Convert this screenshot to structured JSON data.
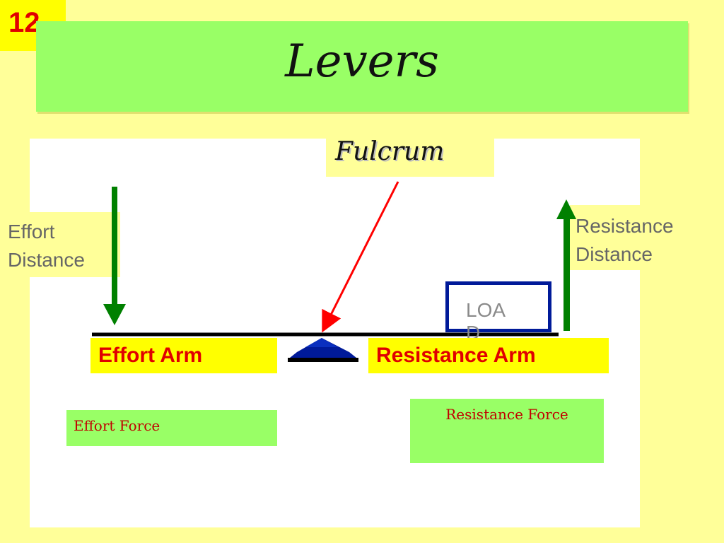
{
  "slide": {
    "number": "12",
    "title": "Levers"
  },
  "labels": {
    "fulcrum": "Fulcrum",
    "effort_distance": "Effort Distance",
    "resistance_distance": "Resistance Distance",
    "load": "LOAD",
    "effort_arm": "Effort Arm",
    "resistance_arm": "Resistance Arm",
    "effort_force": "Effort Force",
    "resistance_force": "Resistance Force"
  },
  "colors": {
    "background": "#ffff99",
    "title_banner": "#99ff66",
    "arm_label_bg": "#ffff00",
    "arm_label_text": "#e00000",
    "effort_arrow": "#008000",
    "resistance_arrow": "#008000",
    "fulcrum_pointer": "#ff0000",
    "fulcrum_triangle": "#001a99",
    "load_border": "#001a99"
  },
  "icons": {
    "effort_arrow": "down-arrow-icon",
    "resistance_arrow": "up-arrow-icon",
    "fulcrum": "fulcrum-triangle-icon",
    "pointer": "pointer-arrow-icon"
  }
}
